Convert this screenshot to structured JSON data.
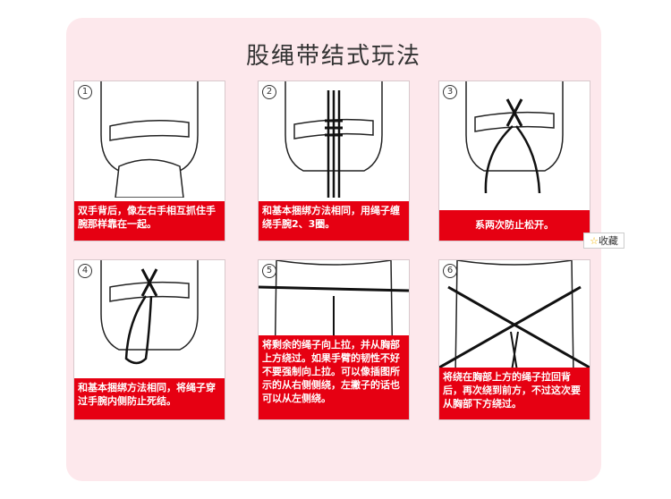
{
  "title": "股绳带结式玩法",
  "panels": [
    {
      "num": "1",
      "caption": "双手背后，像左右手相互抓住手腕那样靠在一起。"
    },
    {
      "num": "2",
      "caption": "和基本捆绑方法相同，用绳子缠绕手腕2、3圈。"
    },
    {
      "num": "3",
      "caption": "系两次防止松开。"
    },
    {
      "num": "4",
      "caption": "和基本捆绑方法相同，将绳子穿过手腕内侧防止死结。"
    },
    {
      "num": "5",
      "caption": "将剩余的绳子向上拉，并从胸部上方绕过。如果手臂的韧性不好不要强制向上拉。可以像插图所示的从右侧侧绕，左撇子的话也可以从左侧绕。"
    },
    {
      "num": "6",
      "caption": "将绕在胸部上方的绳子拉回背后，再次绕到前方，不过这次要从胸部下方绕过。"
    }
  ],
  "favorite": {
    "icon": "star-icon",
    "label": "收藏"
  },
  "colors": {
    "caption_bg": "#e60012",
    "card_bg": "#fde8ec"
  }
}
